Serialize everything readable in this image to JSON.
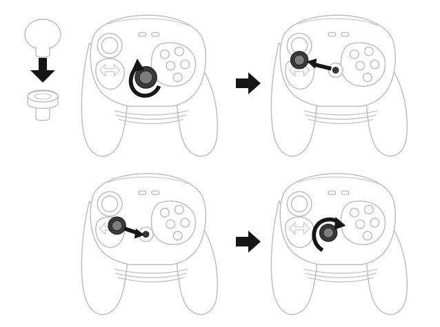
{
  "diagram": {
    "kind": "instruction-illustration",
    "subject": "controller-right-thumbstick-cap-swap",
    "text_labels": [],
    "colors": {
      "outline": "#bdbdbd",
      "highlight": "#3a3a3a",
      "arrow": "#161616",
      "background": "#ffffff"
    },
    "steps": [
      {
        "step": 1,
        "icon": "rotate-counterclockwise-icon",
        "action": "unscrew-thumbstick-cap"
      },
      {
        "step": 2,
        "icon": "push-arrow-icon",
        "action": "attach-new-cap"
      },
      {
        "step": 3,
        "icon": "push-arrow-icon",
        "action": "press-cap-onto-stem"
      },
      {
        "step": 4,
        "icon": "rotate-clockwise-icon",
        "action": "screw-in-thumbstick-cap"
      }
    ],
    "transition_icons": [
      "right-arrow-icon",
      "right-arrow-icon"
    ],
    "legend_icon": "cap-swap-down-arrow-icon"
  }
}
